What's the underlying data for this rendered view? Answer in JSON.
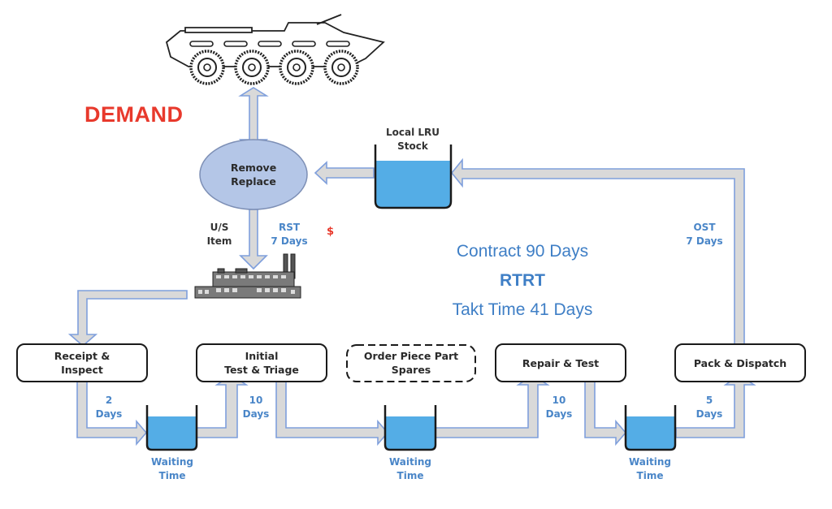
{
  "diagram": {
    "title_demand": "DEMAND",
    "vehicle": "armoured-vehicle-icon",
    "remove_replace": {
      "line1": "Remove",
      "line2": "Replace"
    },
    "local_stock": {
      "line1": "Local LRU",
      "line2": "Stock"
    },
    "us_item": {
      "line1": "U/S",
      "line2": "Item"
    },
    "rst": {
      "line1": "RST",
      "line2": "7 Days"
    },
    "cost_symbol": "$",
    "ost": {
      "line1": "OST",
      "line2": "7 Days"
    },
    "contract": {
      "line1": "Contract 90 Days",
      "line2": "RTRT",
      "line3": "Takt Time 41 Days"
    },
    "steps": [
      {
        "line1": "Receipt &",
        "line2": "Inspect"
      },
      {
        "line1": "Initial",
        "line2": "Test & Triage"
      },
      {
        "line1": "Order Piece Part",
        "line2": "Spares"
      },
      {
        "line1": "Repair & Test",
        "line2": ""
      },
      {
        "line1": "Pack & Dispatch",
        "line2": ""
      }
    ],
    "durations": [
      {
        "line1": "2",
        "line2": "Days"
      },
      {
        "line1": "10",
        "line2": "Days"
      },
      {
        "line1": "10",
        "line2": "Days"
      },
      {
        "line1": "5",
        "line2": "Days"
      }
    ],
    "waiting": [
      {
        "line1": "Waiting",
        "line2": "Time"
      },
      {
        "line1": "Waiting",
        "line2": "Time"
      },
      {
        "line1": "Waiting",
        "line2": "Time"
      }
    ],
    "colors": {
      "demand": "#e8392c",
      "label_blue": "#4a86c8",
      "water": "#54ade6",
      "ellipse": "#b4c6e7",
      "arrow_fill": "#d9d9d9",
      "arrow_outline": "#7f9fdc"
    }
  }
}
